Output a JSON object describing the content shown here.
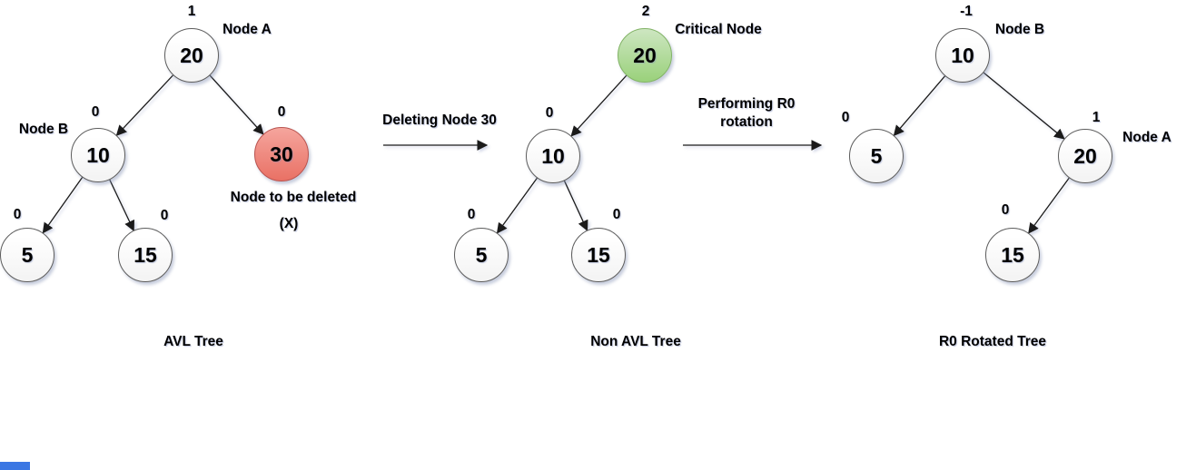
{
  "trees": [
    {
      "caption": "AVL Tree",
      "nodes": {
        "a": {
          "value": "20",
          "bf": "1",
          "label": "Node A"
        },
        "b": {
          "value": "10",
          "bf": "0",
          "label": "Node B"
        },
        "x": {
          "value": "30",
          "bf": "0",
          "note1": "Node to be deleted",
          "note2": "(X)"
        },
        "l": {
          "value": "5",
          "bf": "0"
        },
        "r": {
          "value": "15",
          "bf": "0"
        }
      }
    },
    {
      "caption": "Non AVL Tree",
      "nodes": {
        "a": {
          "value": "20",
          "bf": "2",
          "label": "Critical Node"
        },
        "b": {
          "value": "10",
          "bf": "0"
        },
        "l": {
          "value": "5",
          "bf": "0"
        },
        "r": {
          "value": "15",
          "bf": "0"
        }
      }
    },
    {
      "caption": "R0 Rotated Tree",
      "nodes": {
        "b": {
          "value": "10",
          "bf": "-1",
          "label": "Node B"
        },
        "l": {
          "value": "5",
          "bf": "0"
        },
        "a": {
          "value": "20",
          "bf": "1",
          "label": "Node A"
        },
        "r": {
          "value": "15",
          "bf": "0"
        }
      }
    }
  ],
  "transitions": [
    {
      "label": "Deleting Node 30"
    },
    {
      "label_line1": "Performing R0",
      "label_line2": "rotation"
    }
  ],
  "colors": {
    "node_deleted_fill": "#e97165",
    "node_deleted_border": "#b85450",
    "node_critical_fill": "#9ad17b",
    "node_critical_border": "#82b366",
    "corner_bar": "#3b77e3"
  }
}
